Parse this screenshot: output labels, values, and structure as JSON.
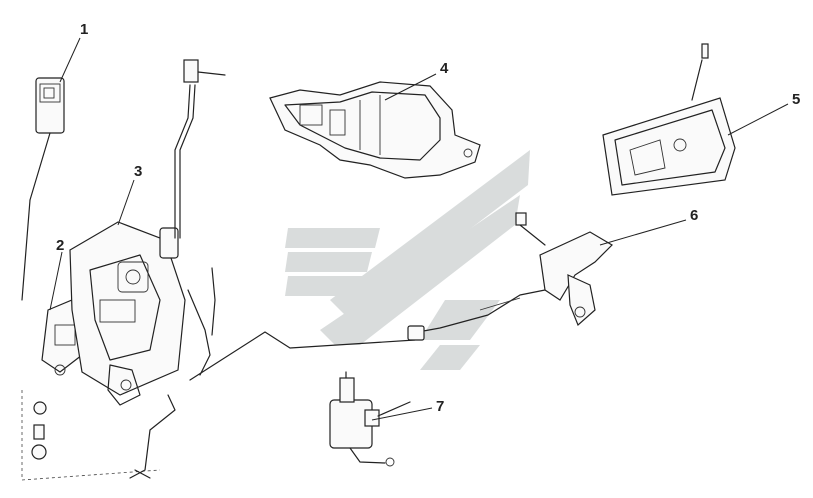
{
  "watermark": {
    "color": "#d6d9d9"
  },
  "callouts": [
    {
      "id": 1,
      "label": "1"
    },
    {
      "id": 2,
      "label": "2"
    },
    {
      "id": 3,
      "label": "3"
    },
    {
      "id": 4,
      "label": "4"
    },
    {
      "id": 5,
      "label": "5"
    },
    {
      "id": 6,
      "label": "6"
    },
    {
      "id": 7,
      "label": "7"
    }
  ]
}
